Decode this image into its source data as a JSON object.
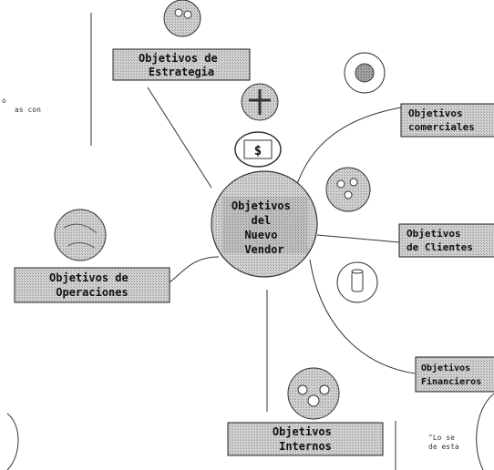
{
  "nodes": {
    "center": {
      "lines": [
        "Objetivos",
        "del",
        "Nuevo",
        "Vendor"
      ],
      "icon": "globe-icon"
    },
    "top": {
      "lines": [
        "Objetivos de",
        "Estrategia"
      ],
      "icon": "people-icon"
    },
    "right1": {
      "lines": [
        "Objetivos",
        "comerciales"
      ],
      "icon": "star-badge-icon"
    },
    "right2": {
      "lines": [
        "Objetivos",
        "de Clientes"
      ],
      "icon": "group-icon"
    },
    "right3": {
      "lines": [
        "Objetivos",
        "Financieros"
      ],
      "icon": "cylinder-icon"
    },
    "left": {
      "lines": [
        "Objetivos de",
        "Operaciones"
      ],
      "icon": "globe-icon"
    },
    "bottom": {
      "lines": [
        "Objetivos",
        "Internos"
      ],
      "icon": "team-icon"
    },
    "dollar": {
      "text": "$",
      "icon": "dollar-icon"
    }
  },
  "fragments": {
    "top_left": [
      "o",
      "as con"
    ],
    "bottom_right": [
      "\"Lo se",
      "de esta"
    ]
  },
  "colors": {
    "label_bg": "#c9c9c9",
    "stroke": "#333333",
    "globe": "#9a9a9a"
  }
}
